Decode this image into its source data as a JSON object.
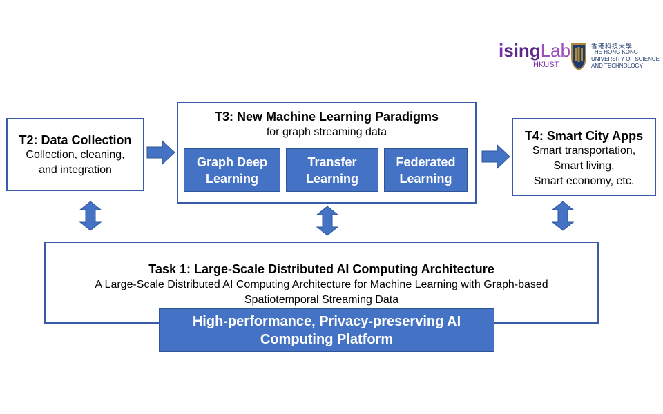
{
  "logos": {
    "isinglab_i": "i",
    "isinglab_sing": "sing",
    "isinglab_lab": "Lab",
    "isinglab_sub": "HKUST",
    "hkust_chinese": "香港科技大學",
    "hkust_line1": "THE HONG KONG",
    "hkust_line2": "UNIVERSITY OF SCIENCE",
    "hkust_line3": "AND TECHNOLOGY"
  },
  "t2": {
    "title": "T2: Data Collection",
    "lines": [
      "Collection, cleaning,",
      "and integration"
    ]
  },
  "t3": {
    "title": "T3: New Machine Learning Paradigms",
    "subtitle": "for graph streaming data",
    "methods": [
      {
        "lines": [
          "Graph Deep",
          "Learning"
        ]
      },
      {
        "lines": [
          "Transfer",
          "Learning"
        ]
      },
      {
        "lines": [
          "Federated",
          "Learning"
        ]
      }
    ]
  },
  "t4": {
    "title": "T4: Smart City Apps",
    "lines": [
      "Smart transportation,",
      "Smart living,",
      "Smart economy, etc."
    ]
  },
  "task1": {
    "title": "Task 1: Large-Scale Distributed AI Computing Architecture",
    "lines": [
      "A Large-Scale Distributed AI Computing Architecture for Machine Learning with Graph-based",
      "Spatiotemporal Streaming Data"
    ],
    "platform_lines": [
      "High-performance, Privacy-preserving AI",
      "Computing Platform"
    ]
  },
  "colors": {
    "accent": "#4472c4",
    "border": "#3a5ba8",
    "isinglab_purple": "#7b2fa8",
    "hkust_gold": "#b08a3c",
    "hkust_navy": "#1f3a6e"
  }
}
